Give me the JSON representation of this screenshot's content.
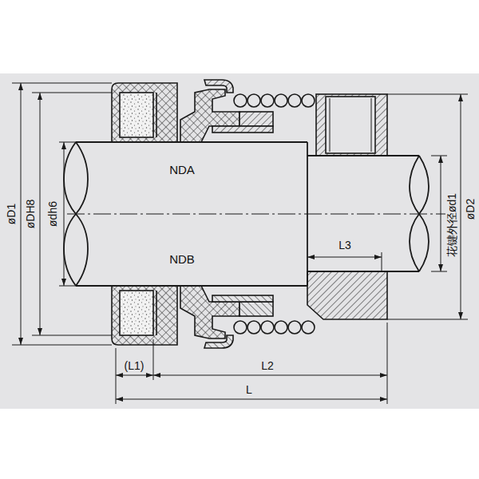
{
  "diagram": {
    "labels": [
      "øD1",
      "øDH8",
      "ødh6",
      "NDA",
      "NDB",
      "L3",
      "花键外径ød1",
      "øD2",
      "(L1)",
      "L2",
      "L"
    ]
  }
}
